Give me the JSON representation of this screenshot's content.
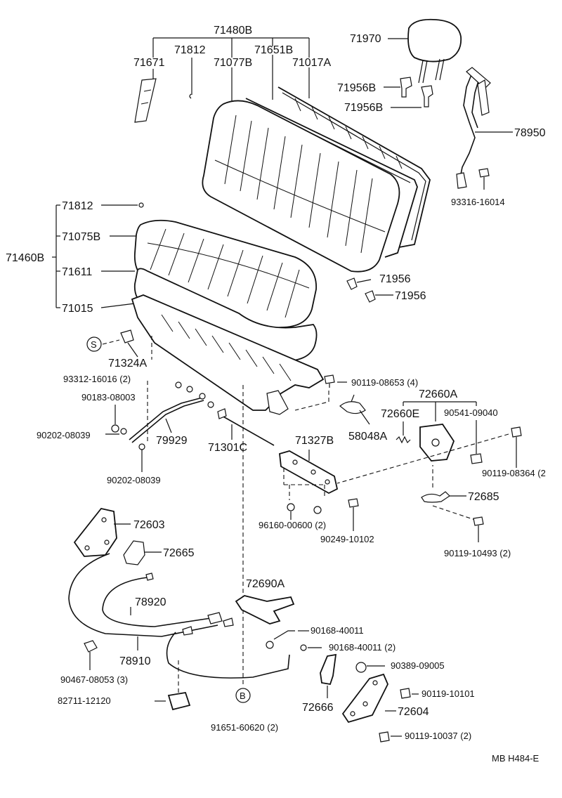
{
  "labels": {
    "p71480B": "71480B",
    "p71812a": "71812",
    "p71671": "71671",
    "p71651B": "71651B",
    "p71077B": "71077B",
    "p71017A": "71017A",
    "p71970": "71970",
    "p71956Ba": "71956B",
    "p71956Bb": "71956B",
    "p78950": "78950",
    "p93316": "93316-16014",
    "p71812b": "71812",
    "p71075B": "71075B",
    "p71460B": "71460B",
    "p71611": "71611",
    "p71015": "71015",
    "p71956a": "71956",
    "p71956b": "71956",
    "pS": "S",
    "p71324A": "71324A",
    "p93312": "93312-16016 (2)",
    "p90119_08653": "90119-08653 (4)",
    "p72660A": "72660A",
    "p90183": "90183-08003",
    "p72660E": "72660E",
    "p90541": "90541-09040",
    "p58048A": "58048A",
    "p90202a": "90202-08039",
    "p79929": "79929",
    "p71301C": "71301C",
    "p71327B": "71327B",
    "p90119_08364": "90119-08364 (2",
    "p90202b": "90202-08039",
    "p72685": "72685",
    "p96160": "96160-00600 (2)",
    "p90249": "90249-10102",
    "p72603": "72603",
    "p72665": "72665",
    "p90119_10493": "90119-10493 (2)",
    "p72690A": "72690A",
    "p78920": "78920",
    "p90168a": "90168-40011",
    "p90168b": "90168-40011 (2)",
    "p78910": "78910",
    "p90389": "90389-09005",
    "p90467": "90467-08053 (3)",
    "p90119_10101": "90119-10101",
    "p72666": "72666",
    "pB": "B",
    "p72604": "72604",
    "p82711": "82711-12120",
    "p90119_10037": "90119-10037 (2)",
    "p91651": "91651-60620 (2)",
    "footer": "MB  H484-E"
  }
}
